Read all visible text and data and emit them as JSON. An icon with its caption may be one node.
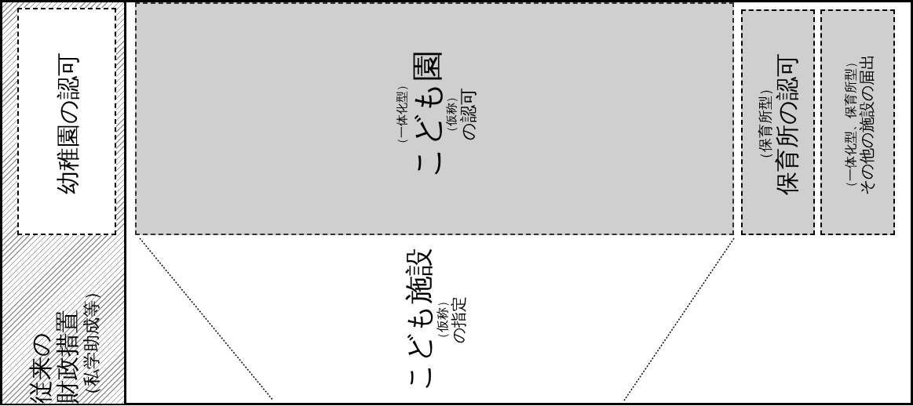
{
  "diagram": {
    "nodes": [
      {
        "text": [
          "従来の財政措置",
          "（私学助成等）"
        ]
      },
      {
        "text": [
          "幼稚園の認可"
        ],
        "in": 0
      },
      {
        "text": [
          "（一体化型）",
          "こども園",
          "（仮称）",
          "の認可"
        ]
      },
      {
        "text": [
          "こども施設",
          "（仮称）",
          "の指定"
        ]
      },
      {
        "text": [
          "（保育所型）",
          "保育所の認可"
        ]
      },
      {
        "text": [
          "（一体化型、保育所型）",
          "その他の施設の届出"
        ]
      }
    ]
  }
}
